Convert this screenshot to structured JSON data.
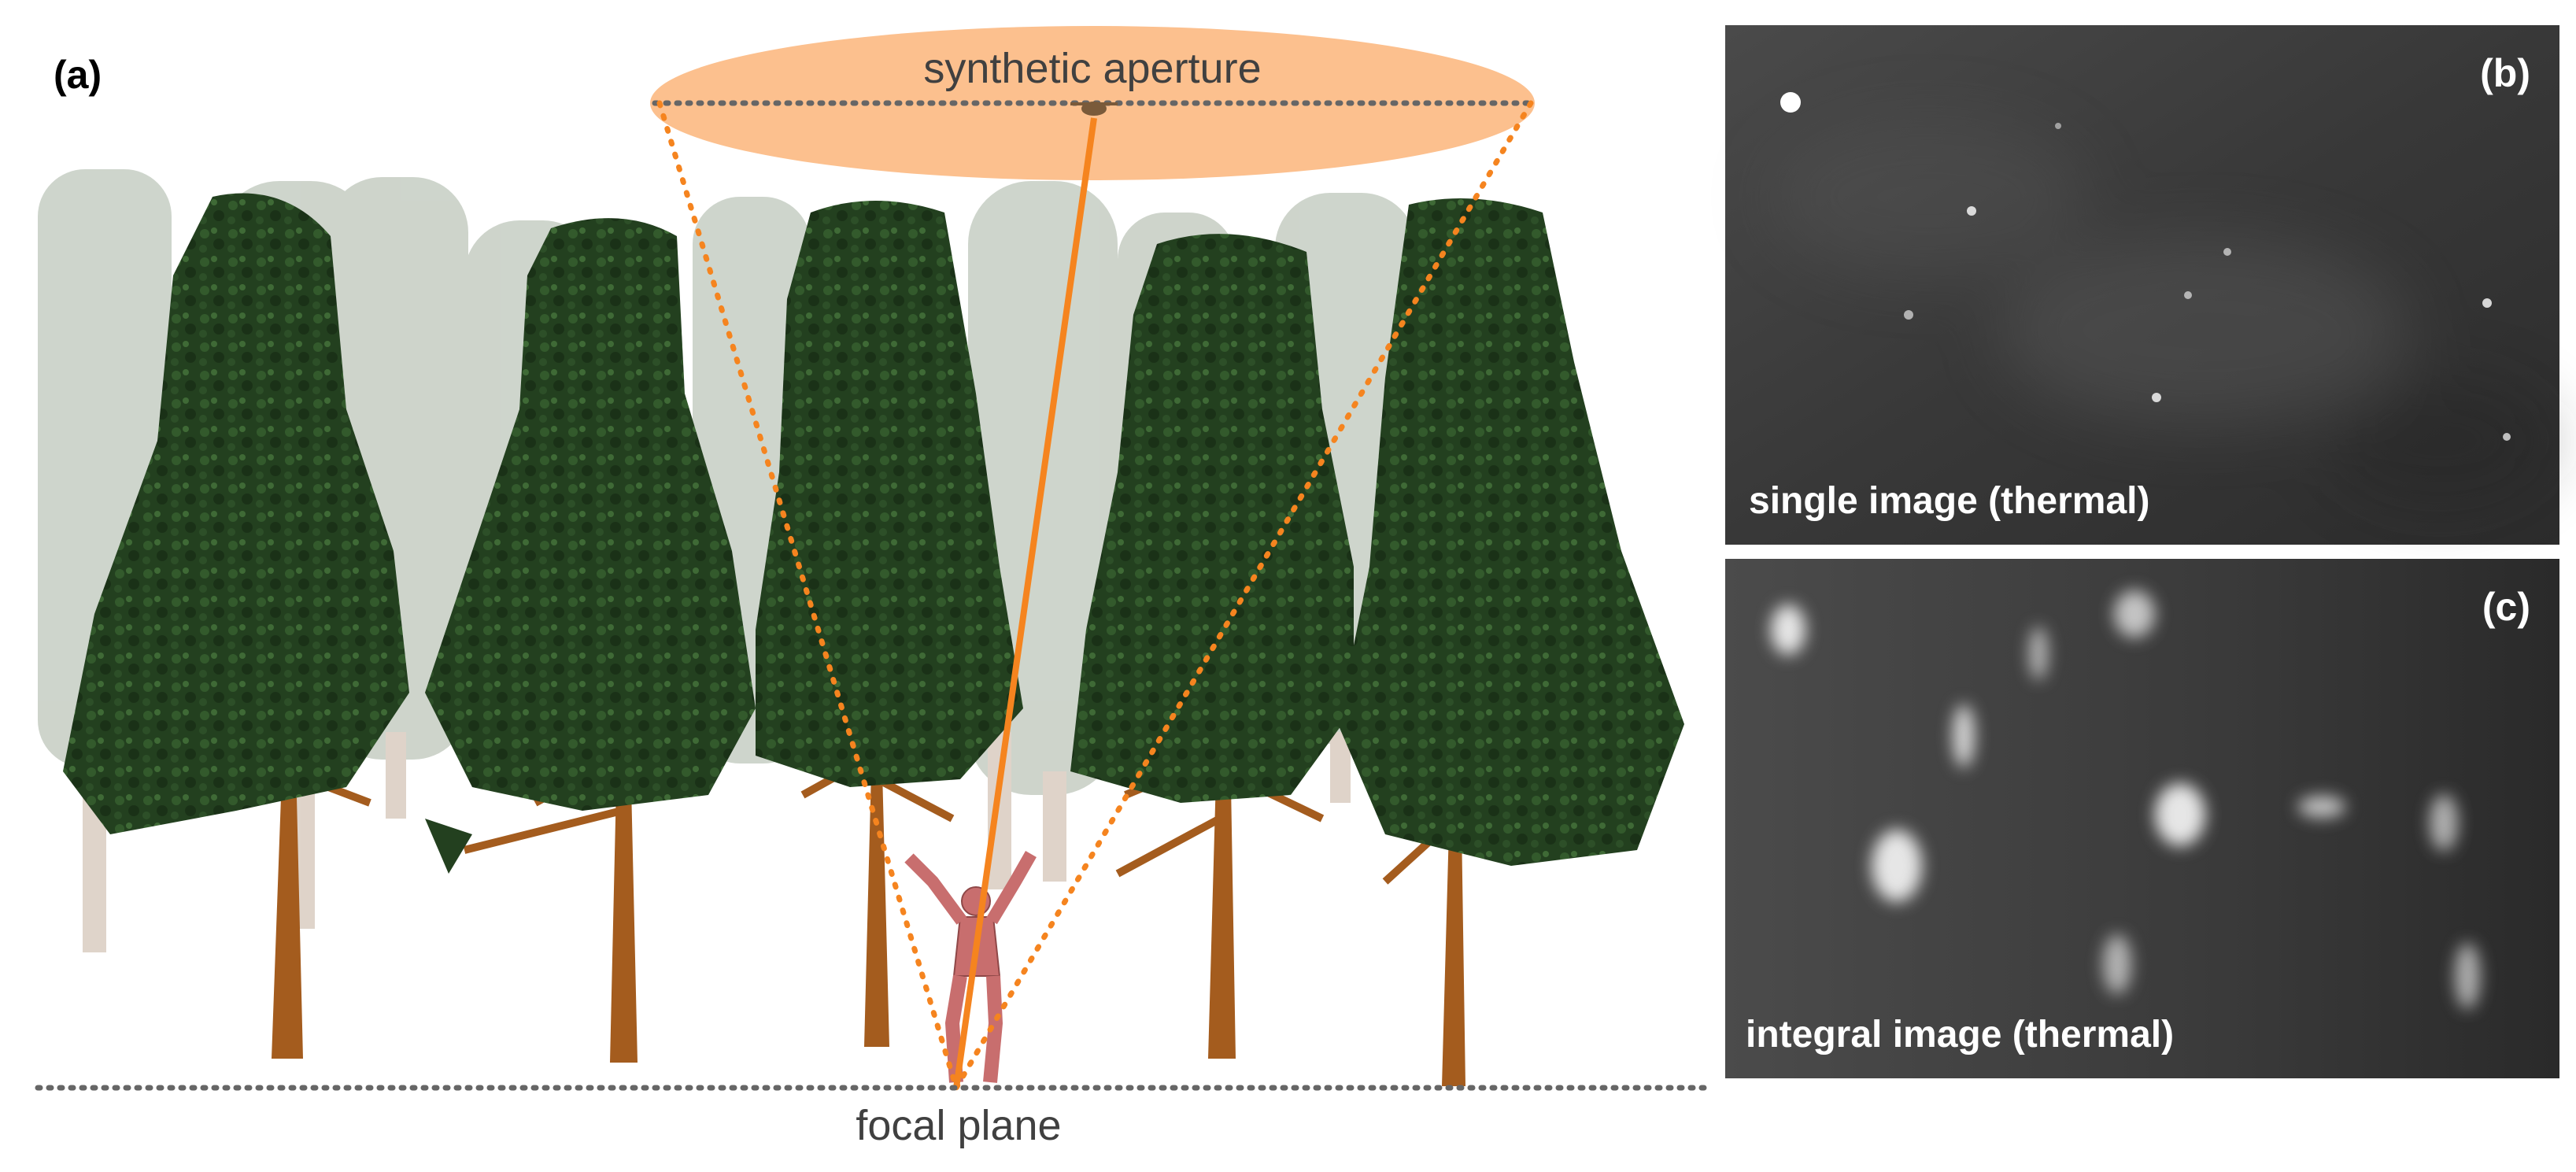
{
  "panel_a": {
    "label": "(a)",
    "aperture_label": "synthetic aperture",
    "focal_plane_label": "focal plane",
    "colors": {
      "aperture_fill": "#fcc08e",
      "ray": "#f5841f",
      "foliage": "#23401f",
      "trunk": "#a45c1e",
      "background_trees": "#c9d0c6",
      "person": "#c86e6e",
      "dotted_line": "#666666"
    }
  },
  "panel_b": {
    "label": "(b)",
    "caption": "single image (thermal)",
    "colors": {
      "background": "#3a3a3a"
    }
  },
  "panel_c": {
    "label": "(c)",
    "caption": "integral image (thermal)",
    "colors": {
      "background": "#383838"
    }
  }
}
